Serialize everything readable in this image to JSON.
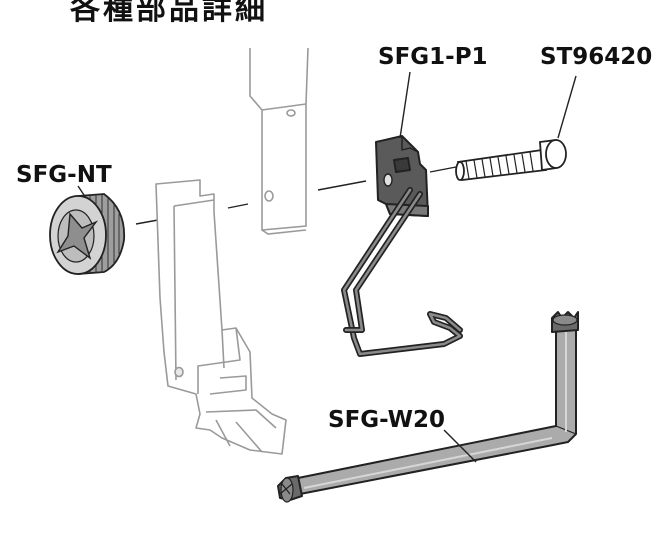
{
  "title": "各種部品詳細",
  "labels": {
    "sfg1_p1": "SFG1-P1",
    "st96420": "ST96420",
    "sfg_nt": "SFG-NT",
    "sfg_w20": "SFG-W20"
  },
  "colors": {
    "line": "#222222",
    "ghost_line": "#9a9a9a",
    "wrench": "#a8a8a8",
    "bracket": "#555555"
  }
}
